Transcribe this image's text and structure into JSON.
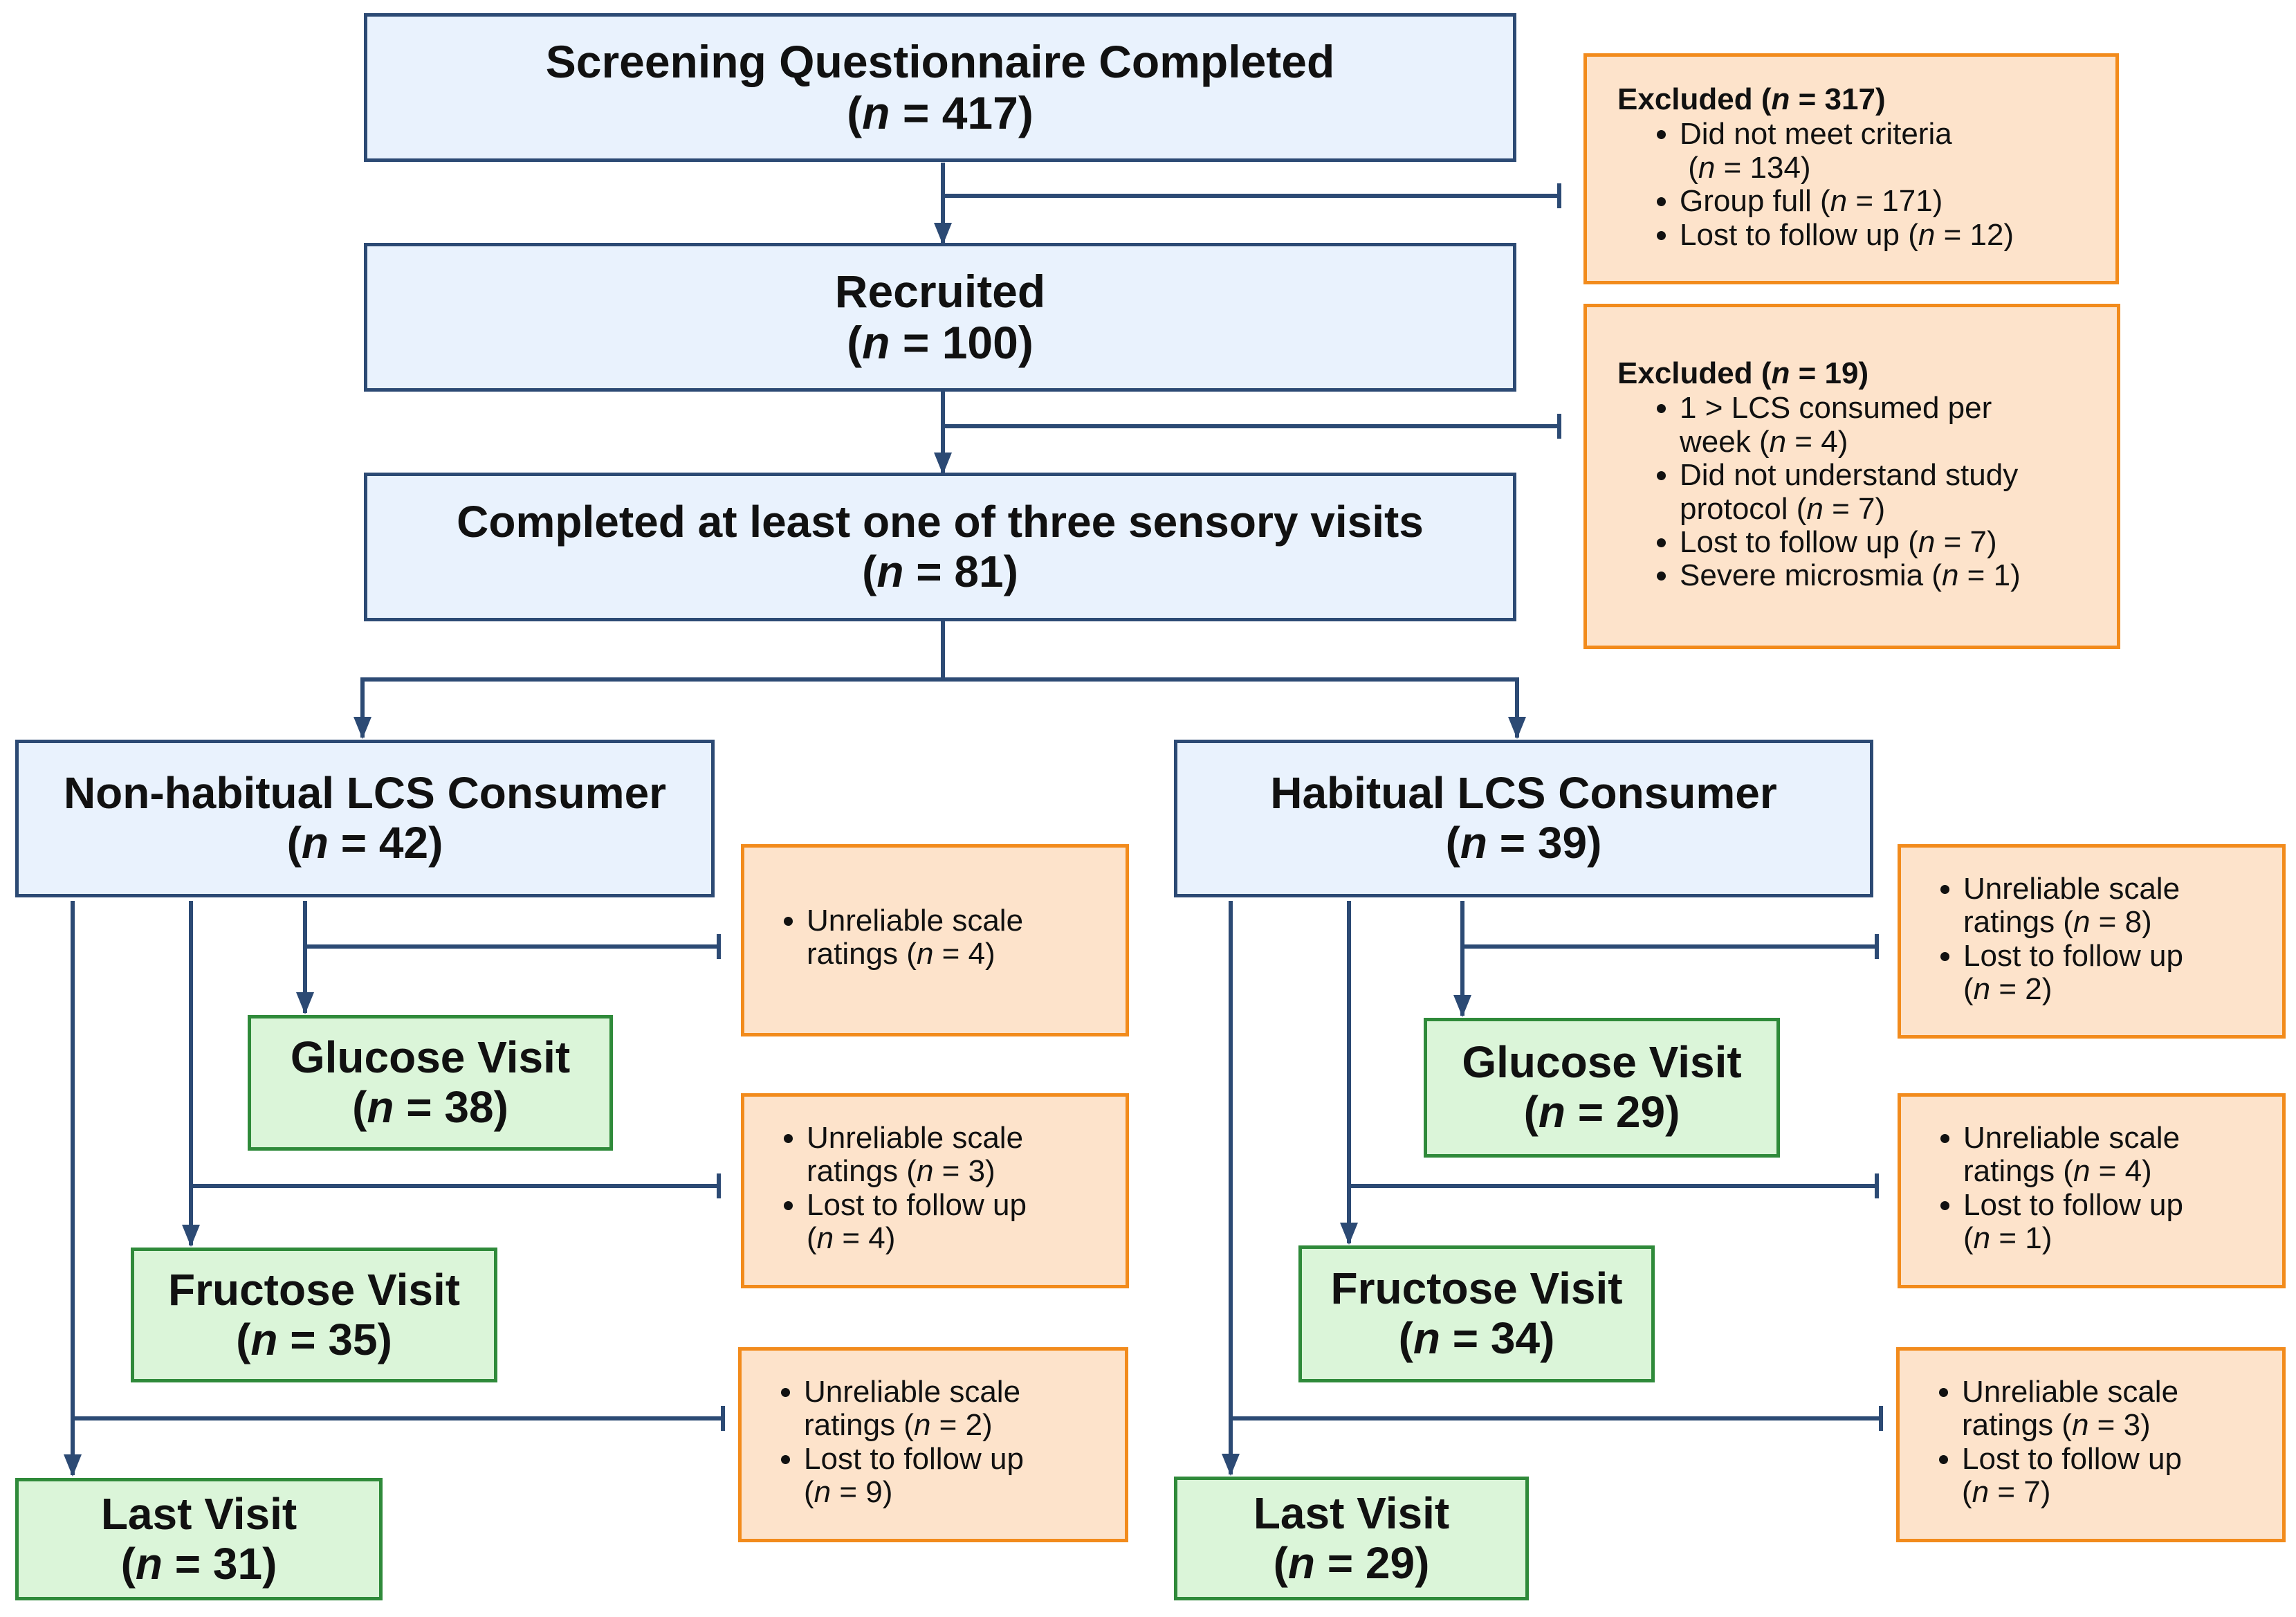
{
  "top": {
    "title": "Screening Questionnaire Completed",
    "n_var": "n",
    "n_rest": " = 417)"
  },
  "recruited": {
    "title": "Recruited",
    "n_var": "n",
    "n_rest": " = 100)"
  },
  "completed": {
    "title": "Completed at least one of three sensory visits",
    "n_var": "n",
    "n_rest": " = 81)"
  },
  "nonhab": {
    "title": "Non-habitual LCS Consumer",
    "n_var": "n",
    "n_rest": " = 42)"
  },
  "hab": {
    "title": "Habitual LCS Consumer",
    "n_var": "n",
    "n_rest": " = 39)"
  },
  "visits": {
    "nonhab_glucose": {
      "title": "Glucose Visit",
      "n_var": "n",
      "n_rest": " = 38)"
    },
    "nonhab_fructose": {
      "title": "Fructose Visit",
      "n_var": "n",
      "n_rest": " = 35)"
    },
    "nonhab_last": {
      "title": "Last Visit",
      "n_var": "n",
      "n_rest": " = 31)"
    },
    "hab_glucose": {
      "title": "Glucose Visit",
      "n_var": "n",
      "n_rest": " = 29)"
    },
    "hab_fructose": {
      "title": "Fructose Visit",
      "n_var": "n",
      "n_rest": " = 34)"
    },
    "hab_last": {
      "title": "Last Visit",
      "n_var": "n",
      "n_rest": " = 29)"
    }
  },
  "excluded1": {
    "head": "Excluded (",
    "head_var": "n",
    "head_rest": " = 317)",
    "item1a": "Did not meet criteria",
    "item1b_pre": "(",
    "item1b_var": "n",
    "item1b_post": " = 134)",
    "item2_pre": "Group full (",
    "item2_var": "n",
    "item2_post": " = 171)",
    "item3_pre": "Lost to follow up (",
    "item3_var": "n",
    "item3_post": " = 12)"
  },
  "excluded2": {
    "head": "Excluded (",
    "head_var": "n",
    "head_rest": " = 19)",
    "item1a": "1 > LCS consumed per",
    "item1b_pre": "week (",
    "item1b_var": "n",
    "item1b_post": " = 4)",
    "item2a": "Did not understand study",
    "item2b_pre": "protocol (",
    "item2b_var": "n",
    "item2b_post": " = 7)",
    "item3_pre": "Lost to follow up (",
    "item3_var": "n",
    "item3_post": " = 7)",
    "item4_pre": "Severe microsmia (",
    "item4_var": "n",
    "item4_post": " = 1)"
  },
  "ex_nh_glucose": {
    "l1": "Unreliable scale",
    "l2_pre": "ratings (",
    "l2_var": "n",
    "l2_post": " = 4)"
  },
  "ex_nh_fructose": {
    "l1": "Unreliable scale",
    "l2_pre": "ratings (",
    "l2_var": "n",
    "l2_post": " = 3)",
    "l3": "Lost to follow up",
    "l4_pre": "(",
    "l4_var": "n",
    "l4_post": " = 4)"
  },
  "ex_nh_last": {
    "l1": "Unreliable scale",
    "l2_pre": "ratings (",
    "l2_var": "n",
    "l2_post": " = 2)",
    "l3": "Lost to follow up",
    "l4_pre": "(",
    "l4_var": "n",
    "l4_post": " = 9)"
  },
  "ex_h_glucose": {
    "l1": "Unreliable scale",
    "l2_pre": "ratings (",
    "l2_var": "n",
    "l2_post": " = 8)",
    "l3": "Lost to follow up",
    "l4_pre": "(",
    "l4_var": "n",
    "l4_post": " = 2)"
  },
  "ex_h_fructose": {
    "l1": "Unreliable scale",
    "l2_pre": "ratings (",
    "l2_var": "n",
    "l2_post": " = 4)",
    "l3": "Lost to follow up",
    "l4_pre": "(",
    "l4_var": "n",
    "l4_post": " = 1)"
  },
  "ex_h_last": {
    "l1": "Unreliable scale",
    "l2_pre": "ratings (",
    "l2_var": "n",
    "l2_post": " = 3)",
    "l3": "Lost to follow up",
    "l4_pre": "(",
    "l4_var": "n",
    "l4_post": " = 7)"
  },
  "colors": {
    "line": "#2c4a74",
    "main_fill": "#e9f2fd",
    "visit_fill": "#dbf5d9",
    "visit_border": "#2f8a3a",
    "excl_fill": "#fde3cb",
    "excl_border": "#f28b1c"
  }
}
